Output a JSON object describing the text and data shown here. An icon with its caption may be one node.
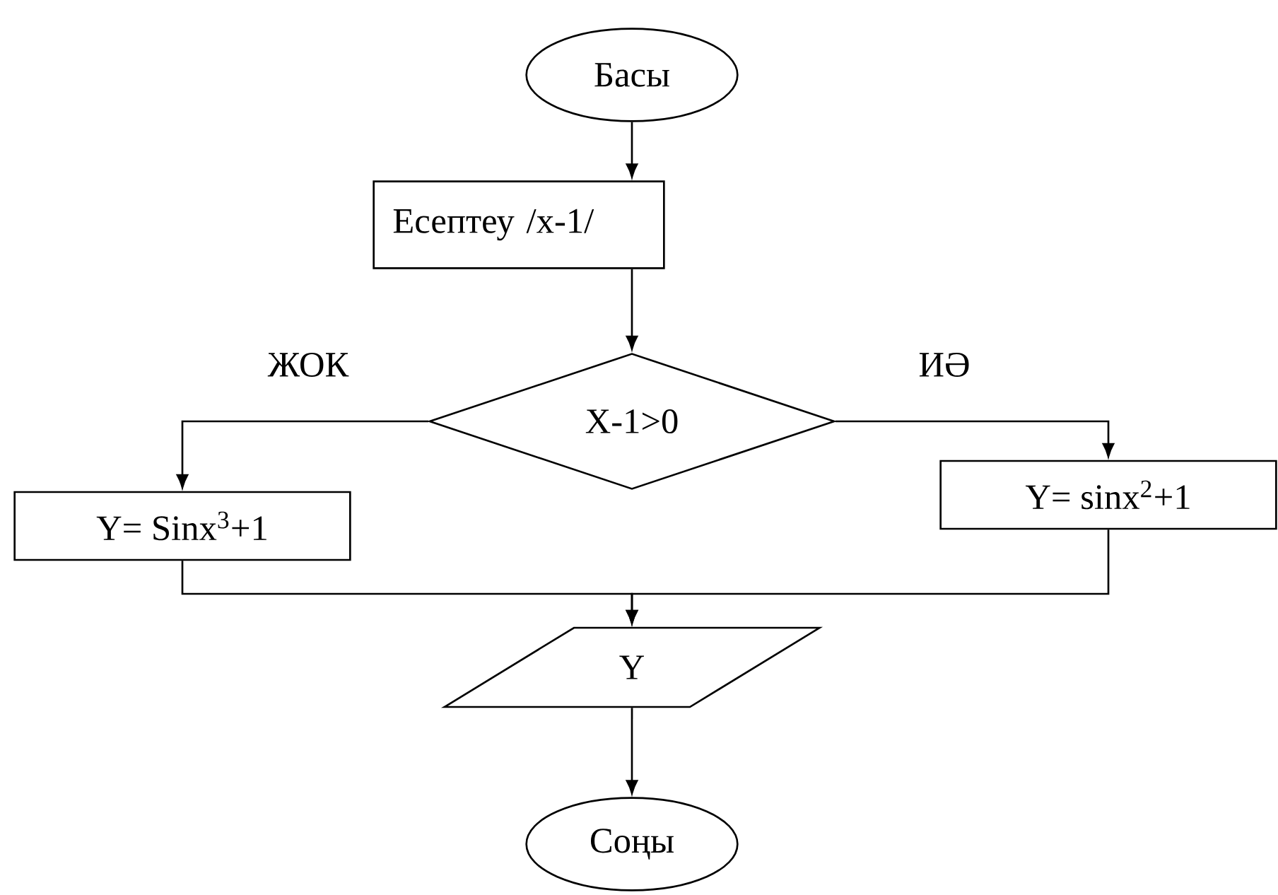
{
  "diagram": {
    "nodes": [
      {
        "text": [
          "Басы"
        ]
      },
      {
        "text": [
          "Есептеу /x-1/"
        ]
      },
      {
        "text": [
          "X-1>0"
        ]
      },
      {
        "text": [
          "Y= Sinx$^{3}$+1"
        ]
      },
      {
        "text": [
          "Y= sinx$^{2}$+1"
        ]
      },
      {
        "text": [
          "Y"
        ]
      },
      {
        "text": [
          "Соңы"
        ]
      }
    ],
    "edges": [
      {
        "from": 0,
        "to": 1,
        "arrow": "to"
      },
      {
        "from": 1,
        "to": 2,
        "arrow": "to"
      },
      {
        "from": 2,
        "to": 3,
        "arrow": "to",
        "label": "ЖОК"
      },
      {
        "from": 2,
        "to": 4,
        "arrow": "to",
        "label": "ИӘ"
      },
      {
        "from": 3,
        "to": 5,
        "arrow": "to"
      },
      {
        "from": 4,
        "to": 5,
        "arrow": "to"
      },
      {
        "from": 5,
        "to": 6,
        "arrow": "to"
      }
    ]
  }
}
